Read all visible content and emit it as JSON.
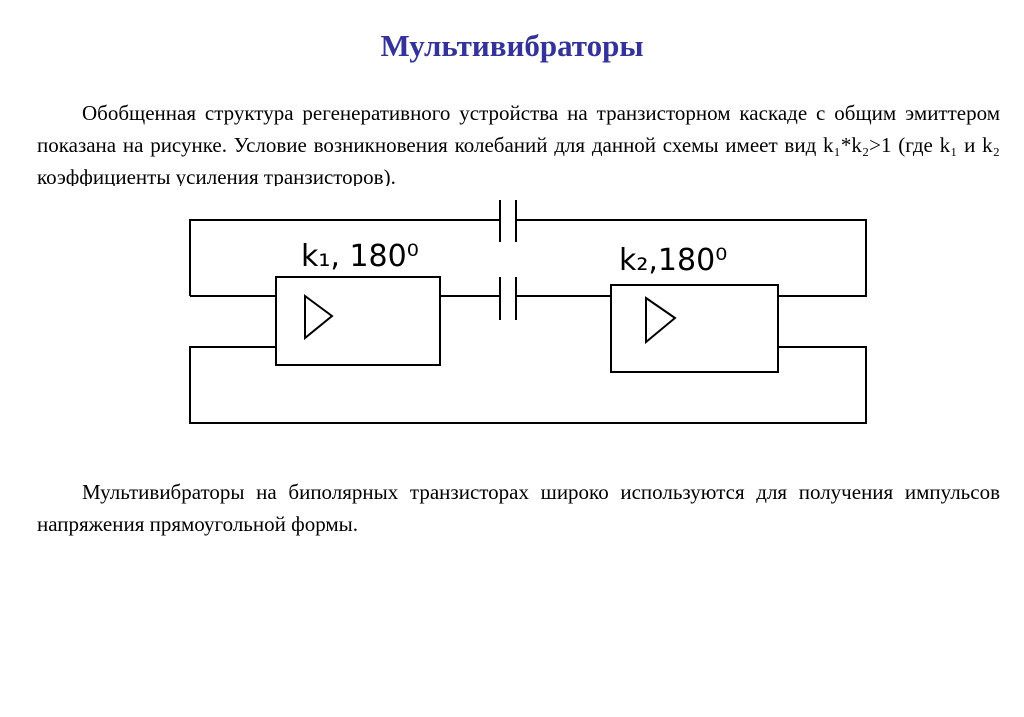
{
  "title": "Мультивибраторы",
  "intro": {
    "text": "Обобщенная структура регенеративного устройства  на транзисторном каскаде с общим эмиттером показана на рисунке. Условие возникновения колебаний для данной схемы имеет вид k₁*k₂>1 (где k₁ и k₂ коэффициенты усиления транзисторов)."
  },
  "diagram": {
    "amp1_label": "k₁, 180⁰",
    "amp2_label": "k₂,180⁰"
  },
  "outro": {
    "text": "Мультивибраторы на биполярных транзисторах широко используются для получения импульсов напряжения прямоугольной формы."
  }
}
